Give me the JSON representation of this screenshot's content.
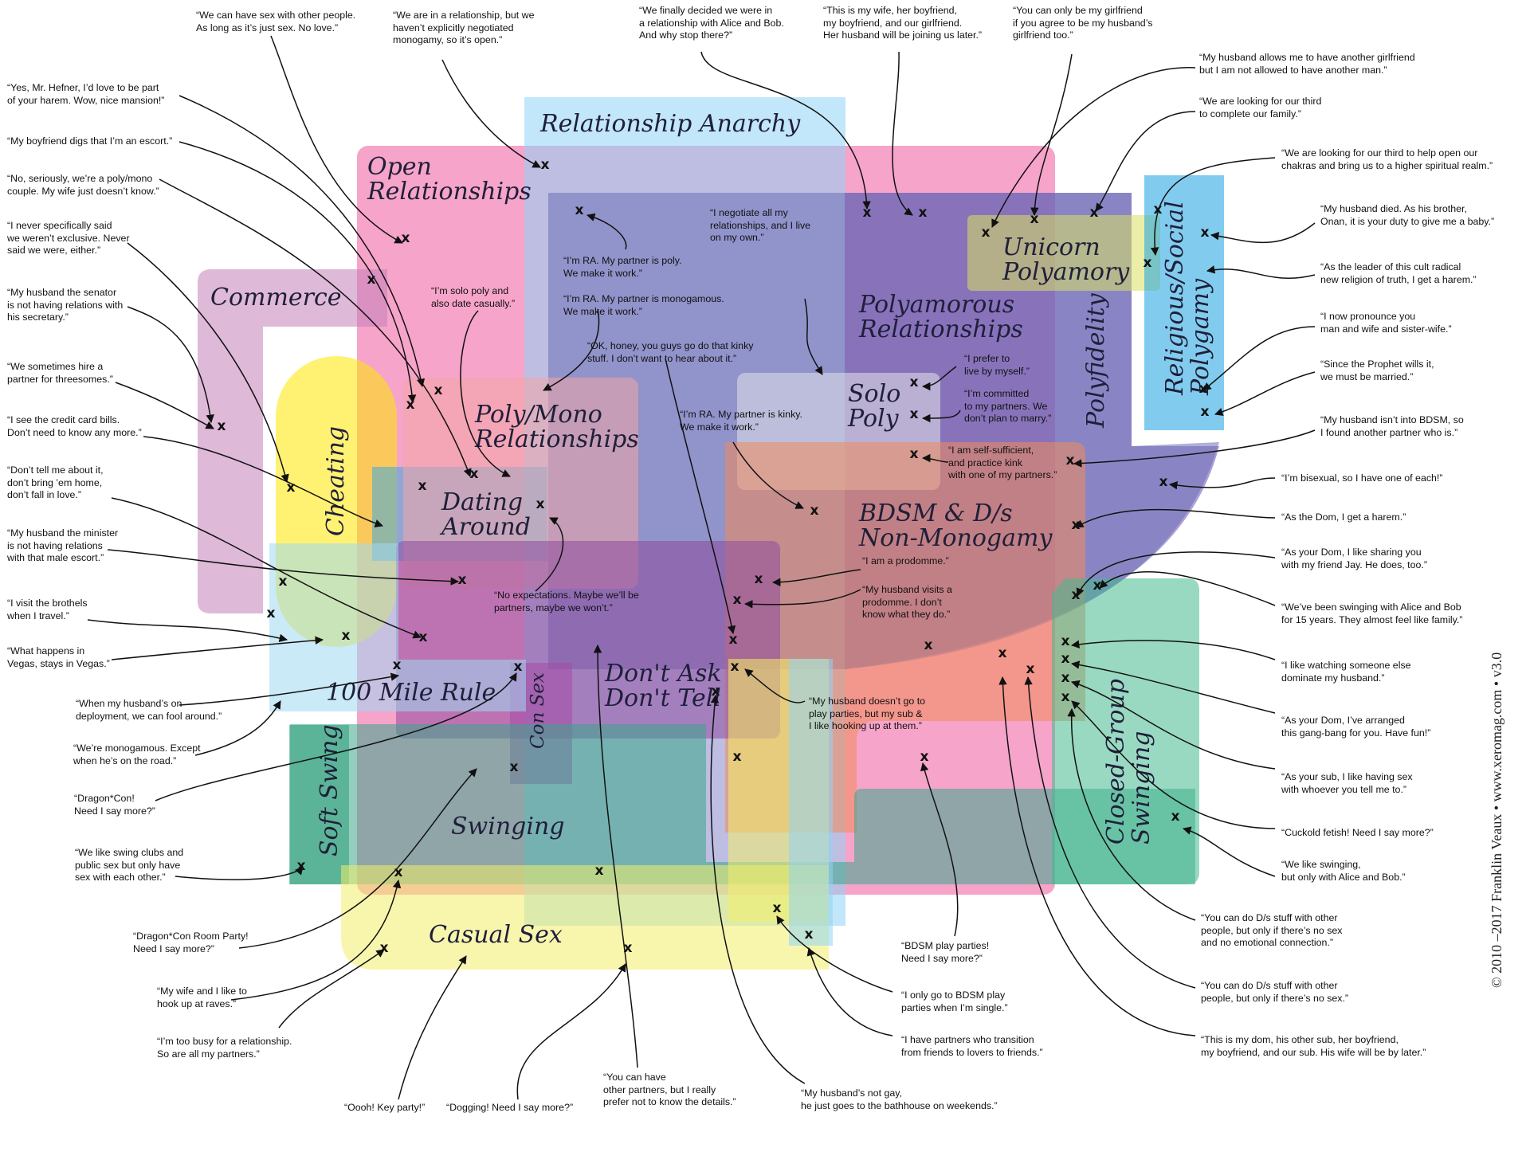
{
  "copyright": "© 2010 –2017 Franklin Veaux • www.xeromag.com • v3.0",
  "colors": {
    "open": "#ee5a9c",
    "anarchy": "#8fd3f5",
    "poly": "#6b54b4",
    "polyfidelity": "#6c6fb8",
    "unicorn": "#d8e060",
    "religious": "#1aa3e0",
    "commerce": "#c27fb8",
    "cheating": "#ffe800",
    "dating": "#3fa8e0",
    "polymono": "#f3a6a6",
    "solo": "#e2e2ea",
    "bdsm": "#f08a5a",
    "dadt": "#8e4b9e",
    "consex": "#a64aa6",
    "mile": "#9fd8f2",
    "swinging": "#3aa58a",
    "softswing": "#2e9e79",
    "closed": "#46b98e",
    "casual": "#f3ee6a"
  },
  "regions": [
    {
      "key": "anarchy",
      "label": "Relationship Anarchy"
    },
    {
      "key": "open",
      "label": "Open Relationships"
    },
    {
      "key": "poly",
      "label": "Polyamorous Relationships"
    },
    {
      "key": "polyfidelity",
      "label": "Polyfidelity"
    },
    {
      "key": "unicorn",
      "label": "Unicorn Polyamory"
    },
    {
      "key": "religious",
      "label": "Religious/Social Polygamy"
    },
    {
      "key": "commerce",
      "label": "Commerce"
    },
    {
      "key": "cheating",
      "label": "Cheating"
    },
    {
      "key": "polymono",
      "label": "Poly/Mono Relationships"
    },
    {
      "key": "dating",
      "label": "Dating Around"
    },
    {
      "key": "solo",
      "label": "Solo Poly"
    },
    {
      "key": "bdsm",
      "label": "BDSM & D/s Non-Monogamy"
    },
    {
      "key": "dadt",
      "label": "Don't Ask Don't Tell"
    },
    {
      "key": "consex",
      "label": "Con Sex"
    },
    {
      "key": "mile",
      "label": "100 Mile Rule"
    },
    {
      "key": "swinging",
      "label": "Swinging"
    },
    {
      "key": "softswing",
      "label": "Soft Swing"
    },
    {
      "key": "closed",
      "label": "Closed-Group Swinging"
    },
    {
      "key": "casual",
      "label": "Casual Sex"
    }
  ],
  "quotes": [
    {
      "id": "q01",
      "text": "“We can have sex with other people.\nAs long as it’s just sex. No love.”"
    },
    {
      "id": "q02",
      "text": "“We are in a relationship, but we\nhaven’t explicitly negotiated\nmonogamy, so it’s open.”"
    },
    {
      "id": "q03",
      "text": "“We finally decided we were in\na relationship with Alice and Bob.\nAnd why stop there?”"
    },
    {
      "id": "q04",
      "text": "“This is my wife, her boyfriend,\nmy boyfriend, and our girlfriend.\nHer husband will be joining us later.”"
    },
    {
      "id": "q05",
      "text": "“You can only be my girlfriend\nif you agree to be my husband’s\ngirlfriend too.”"
    },
    {
      "id": "q06",
      "text": "“My husband allows me to have another girlfriend\nbut I am not allowed to have another man.”"
    },
    {
      "id": "q07",
      "text": "“We are looking for our third\nto complete our family.”"
    },
    {
      "id": "q08",
      "text": "“We are looking for our third to help open our\nchakras and bring us to a higher spiritual realm.”"
    },
    {
      "id": "q09",
      "text": "“My husband died. As his brother,\nOnan, it is your duty to give me a baby.”"
    },
    {
      "id": "q10",
      "text": "“As the leader of this cult radical\nnew religion of truth, I get a harem.”"
    },
    {
      "id": "q11",
      "text": "“I now pronounce you\nman and wife and sister-wife.”"
    },
    {
      "id": "q12",
      "text": "“Since the Prophet wills it,\nwe must be married.”"
    },
    {
      "id": "q13",
      "text": "“My husband isn’t into BDSM, so\nI found another partner who is.”"
    },
    {
      "id": "q14",
      "text": "“I’m bisexual, so I have one of each!”"
    },
    {
      "id": "q15",
      "text": "“As the Dom, I get a harem.”"
    },
    {
      "id": "q16",
      "text": "“As your Dom, I like sharing you\nwith my friend Jay. He does, too.”"
    },
    {
      "id": "q17",
      "text": "“We’ve been swinging with Alice and Bob\nfor 15 years. They almost feel like family.”"
    },
    {
      "id": "q18",
      "text": "“I like watching someone else\ndominate my husband.”"
    },
    {
      "id": "q19",
      "text": "“As your Dom, I’ve arranged\nthis gang-bang for you. Have fun!”"
    },
    {
      "id": "q20",
      "text": "“As your sub, I like having sex\nwith whoever you tell me to.”"
    },
    {
      "id": "q21",
      "text": "“Cuckold fetish! Need I say more?”"
    },
    {
      "id": "q22",
      "text": "“We like swinging,\nbut only with Alice and Bob.”"
    },
    {
      "id": "q23",
      "text": "“You can do D/s stuff with other\npeople, but only if there’s no sex\nand no emotional connection.”"
    },
    {
      "id": "q24",
      "text": "“You can do D/s stuff with other\npeople, but only if there’s no sex.”"
    },
    {
      "id": "q25",
      "text": "“This is my dom, his other sub, her boyfriend,\nmy boyfriend, and our sub. His wife will be by later.”"
    },
    {
      "id": "q26",
      "text": "“Yes, Mr. Hefner, I’d love to be part\nof your harem. Wow, nice mansion!”"
    },
    {
      "id": "q27",
      "text": "“My boyfriend digs that I’m an escort.”"
    },
    {
      "id": "q28",
      "text": "“No, seriously, we’re a poly/mono\ncouple. My wife just doesn’t know.”"
    },
    {
      "id": "q29",
      "text": "“I never specifically said\nwe weren’t exclusive. Never\nsaid we were, either.”"
    },
    {
      "id": "q30",
      "text": "“My husband the senator\nis not having relations with\nhis secretary.”"
    },
    {
      "id": "q31",
      "text": "“We sometimes hire a\npartner for threesomes.”"
    },
    {
      "id": "q32",
      "text": "“I see the credit card bills.\nDon’t need to know any more.”"
    },
    {
      "id": "q33",
      "text": "“Don’t tell me about it,\ndon’t bring ’em home,\ndon’t fall in love.”"
    },
    {
      "id": "q34",
      "text": "“My husband the minister\nis not having relations\nwith that male escort.”"
    },
    {
      "id": "q35",
      "text": "“I visit the brothels\nwhen I travel.”"
    },
    {
      "id": "q36",
      "text": "“What happens in\nVegas, stays in Vegas.”"
    },
    {
      "id": "q37",
      "text": "“When my husband’s on\ndeployment, we can fool around.”"
    },
    {
      "id": "q38",
      "text": "“We’re monogamous. Except\nwhen he’s on the road.”"
    },
    {
      "id": "q39",
      "text": "“Dragon*Con!\nNeed I say more?”"
    },
    {
      "id": "q40",
      "text": "“We like swing clubs and\npublic sex but only have\nsex with each other.”"
    },
    {
      "id": "q41",
      "text": "“Dragon*Con Room Party!\nNeed I say more?”"
    },
    {
      "id": "q42",
      "text": "“My wife and I like to\nhook up at raves.”"
    },
    {
      "id": "q43",
      "text": "“I’m too busy for a relationship.\nSo are all my partners.”"
    },
    {
      "id": "q44",
      "text": "“Oooh! Key party!”"
    },
    {
      "id": "q45",
      "text": "“Dogging! Need I say more?”"
    },
    {
      "id": "q46",
      "text": "“You can have\nother partners, but I really\nprefer not to know the details.”"
    },
    {
      "id": "q47",
      "text": "“My husband’s not gay,\nhe just goes to the bathhouse on weekends.”"
    },
    {
      "id": "q48",
      "text": "“I have partners who transition\nfrom friends to lovers to friends.”"
    },
    {
      "id": "q49",
      "text": "“I only go to BDSM play\nparties when I’m single.”"
    },
    {
      "id": "q50",
      "text": "“BDSM play parties!\nNeed I say more?”"
    },
    {
      "id": "q51",
      "text": "“I’m RA. My partner is poly.\nWe make it work.”"
    },
    {
      "id": "q52",
      "text": "“I’m RA. My partner is monogamous.\nWe make it work.”"
    },
    {
      "id": "q53",
      "text": "“I negotiate all my\nrelationships, and I live\non my own.”"
    },
    {
      "id": "q54",
      "text": "“I’m solo poly and\nalso date casually.”"
    },
    {
      "id": "q55",
      "text": "“OK, honey, you guys go do that kinky\nstuff. I don’t want to hear about it.”"
    },
    {
      "id": "q56",
      "text": "“I prefer to\nlive by myself.”"
    },
    {
      "id": "q57",
      "text": "“I’m committed\nto my partners. We\ndon’t plan to marry.”"
    },
    {
      "id": "q58",
      "text": "“I am self-sufficient,\nand practice kink\nwith one of my partners.”"
    },
    {
      "id": "q59",
      "text": "“I’m RA. My partner is kinky.\nWe make it work.”"
    },
    {
      "id": "q60",
      "text": "“I am a prodomme.”"
    },
    {
      "id": "q61",
      "text": "“My husband visits a\nprodomme. I don’t\nknow what they do.”"
    },
    {
      "id": "q62",
      "text": "“No expectations. Maybe we’ll be\npartners, maybe we won’t.”"
    },
    {
      "id": "q63",
      "text": "“My husband doesn’t go to\nplay parties, but my sub &\nI like hooking up at them.”"
    }
  ],
  "marks": {
    "symbol": "x"
  }
}
